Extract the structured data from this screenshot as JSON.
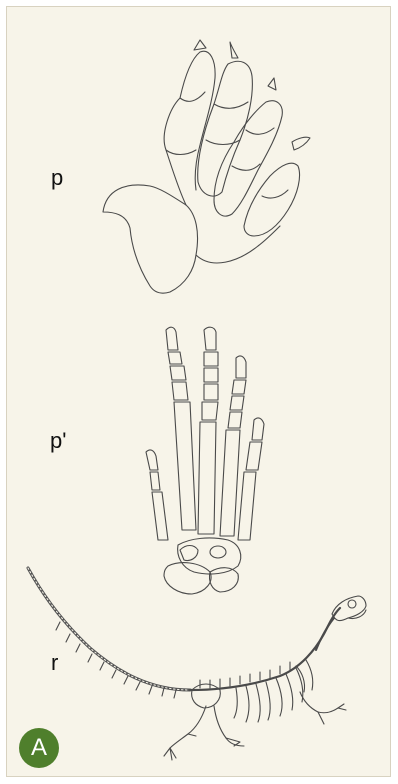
{
  "panel": {
    "background_color": "#f7f4e9",
    "border_color": "#d8d2c0",
    "line_color": "#4a4a4a"
  },
  "labels": {
    "p": "p",
    "p_prime": "p'",
    "r": "r"
  },
  "badge": {
    "text": "A",
    "color": "#4f7f2c"
  },
  "drawings": {
    "p": "footprint-outline-icon",
    "p_prime": "foot-skeleton-icon",
    "r": "reptile-skeleton-icon"
  }
}
